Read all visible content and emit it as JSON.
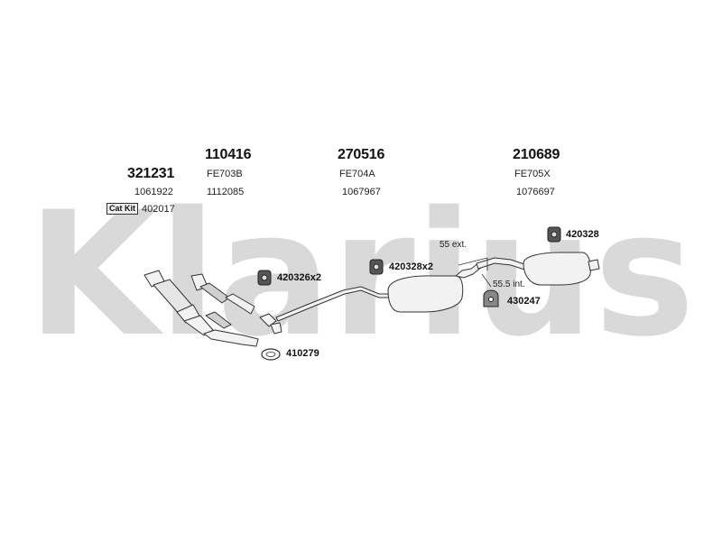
{
  "watermark": {
    "text": "Klarius",
    "color": "#d9d9d9"
  },
  "groups": [
    {
      "id": "g1",
      "main": "321231",
      "sub1": "1061922",
      "sub2": ""
    },
    {
      "id": "g2",
      "main": "110416",
      "sub1": "FE703B",
      "sub2": "1112085"
    },
    {
      "id": "g3",
      "main": "270516",
      "sub1": "FE704A",
      "sub2": "1067967"
    },
    {
      "id": "g4",
      "main": "210689",
      "sub1": "FE705X",
      "sub2": "1076697"
    }
  ],
  "cat_kit": {
    "label": "Cat Kit",
    "code": "402017"
  },
  "fittings": {
    "f1": "420326x2",
    "f2": "420328x2",
    "f3": "420328",
    "f4": "430247",
    "f5": "410279"
  },
  "notes": {
    "ext": "55 ext.",
    "int": "55.5 int."
  },
  "colors": {
    "line": "#333333",
    "part_fill": "#f2f2f2",
    "shade": "#bdbdbd"
  }
}
